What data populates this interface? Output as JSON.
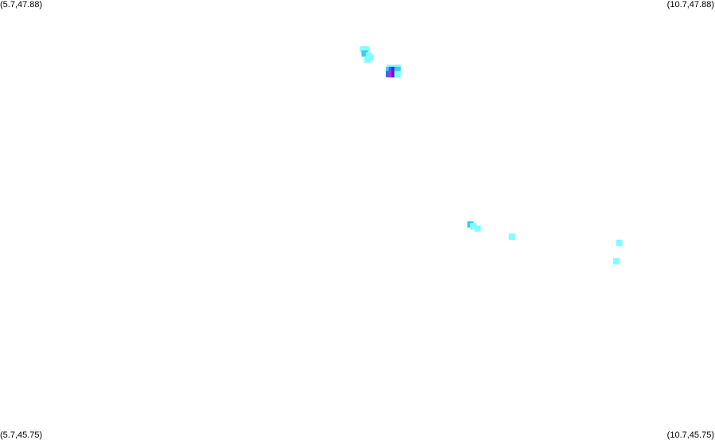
{
  "corners": {
    "top_left": "(5.7,47.88)",
    "top_right": "(10.7,47.88)",
    "bottom_left": "(5.7,45.75)",
    "bottom_right": "(10.7,45.75)"
  },
  "bounds": {
    "lon_min": 5.7,
    "lon_max": 10.7,
    "lat_min": 45.75,
    "lat_max": 47.88
  },
  "palette": {
    "level1": "#80ffff",
    "level2": "#40c8f0",
    "level3": "#3070e0",
    "level4": "#5020d0",
    "level5": "#ff00ff"
  },
  "cells": [
    {
      "lon": 8.24,
      "lat": 47.64,
      "level": 1
    },
    {
      "lon": 8.26,
      "lat": 47.64,
      "level": 1
    },
    {
      "lon": 8.25,
      "lat": 47.62,
      "level": 2
    },
    {
      "lon": 8.28,
      "lat": 47.61,
      "level": 1
    },
    {
      "lon": 8.29,
      "lat": 47.6,
      "level": 1
    },
    {
      "lon": 8.27,
      "lat": 47.59,
      "level": 1
    },
    {
      "lon": 8.43,
      "lat": 47.55,
      "level": 1
    },
    {
      "lon": 8.46,
      "lat": 47.55,
      "level": 1
    },
    {
      "lon": 8.48,
      "lat": 47.55,
      "level": 1
    },
    {
      "lon": 8.42,
      "lat": 47.54,
      "level": 2
    },
    {
      "lon": 8.44,
      "lat": 47.54,
      "level": 3
    },
    {
      "lon": 8.46,
      "lat": 47.54,
      "level": 4
    },
    {
      "lon": 8.48,
      "lat": 47.54,
      "level": 2
    },
    {
      "lon": 8.42,
      "lat": 47.52,
      "level": 3
    },
    {
      "lon": 8.44,
      "lat": 47.52,
      "level": 5
    },
    {
      "lon": 8.46,
      "lat": 47.52,
      "level": 4
    },
    {
      "lon": 8.48,
      "lat": 47.52,
      "level": 1
    },
    {
      "lon": 8.99,
      "lat": 46.79,
      "level": 2
    },
    {
      "lon": 9.01,
      "lat": 46.78,
      "level": 1
    },
    {
      "lon": 9.04,
      "lat": 46.77,
      "level": 1
    },
    {
      "lon": 9.28,
      "lat": 46.73,
      "level": 1
    },
    {
      "lon": 10.03,
      "lat": 46.7,
      "level": 1
    },
    {
      "lon": 10.01,
      "lat": 46.61,
      "level": 1
    }
  ]
}
